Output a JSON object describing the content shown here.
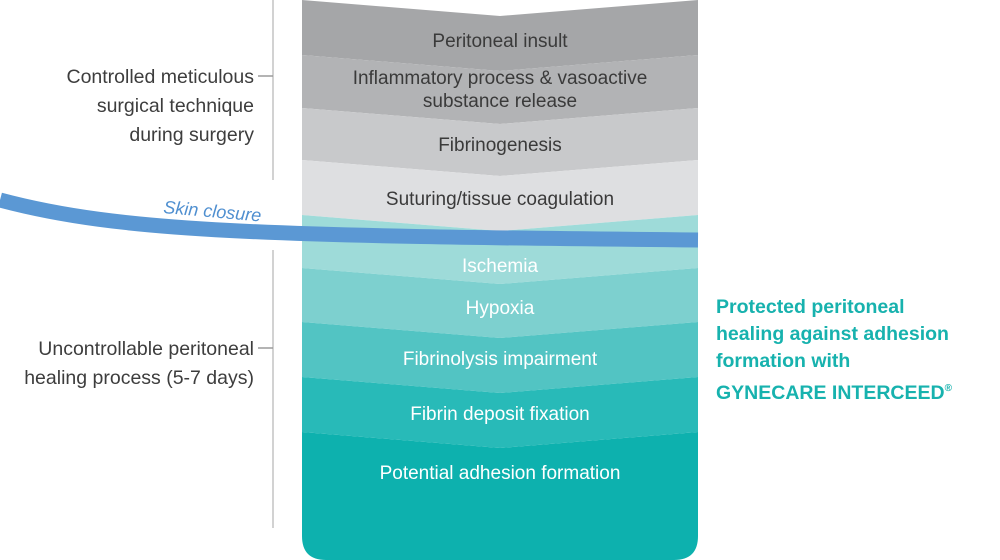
{
  "stages": [
    {
      "id": "peritoneal-insult",
      "lines": [
        "Peritoneal insult"
      ],
      "fill": "#a5a6a8",
      "text_color": "#3a3a3a"
    },
    {
      "id": "inflammatory-process",
      "lines": [
        "Inflammatory process & vasoactive",
        "substance release"
      ],
      "fill": "#b2b3b5",
      "text_color": "#3a3a3a"
    },
    {
      "id": "fibrinogenesis",
      "lines": [
        "Fibrinogenesis"
      ],
      "fill": "#c8c9cb",
      "text_color": "#3a3a3a"
    },
    {
      "id": "suturing",
      "lines": [
        "Suturing/tissue coagulation"
      ],
      "fill": "#dedfe1",
      "text_color": "#3a3a3a"
    },
    {
      "id": "ischemia",
      "lines": [
        "Ischemia"
      ],
      "fill": "#9edbd9",
      "text_color": "#ffffff"
    },
    {
      "id": "hypoxia",
      "lines": [
        "Hypoxia"
      ],
      "fill": "#7dd0cf",
      "text_color": "#ffffff"
    },
    {
      "id": "fibrinolysis-impairment",
      "lines": [
        "Fibrinolysis impairment"
      ],
      "fill": "#52c4c3",
      "text_color": "#ffffff"
    },
    {
      "id": "fibrin-deposit-fixation",
      "lines": [
        "Fibrin deposit fixation"
      ],
      "fill": "#28bab8",
      "text_color": "#ffffff"
    },
    {
      "id": "potential-adhesion",
      "lines": [
        "Potential adhesion formation"
      ],
      "fill": "#0db1ae",
      "text_color": "#ffffff"
    }
  ],
  "side_labels": {
    "controlled": [
      "Controlled meticulous",
      "surgical technique",
      "during surgery"
    ],
    "uncontrollable": [
      "Uncontrollable peritoneal",
      "healing process (5-7 days)"
    ]
  },
  "skin_closure": {
    "label": "Skin closure",
    "color": "#5b98d4"
  },
  "callout": {
    "lines": [
      "Protected peritoneal",
      "healing against adhesion",
      "formation with"
    ],
    "brand": "GYNECARE INTERCEED",
    "registered_mark": "®",
    "color": "#17b2ae"
  }
}
